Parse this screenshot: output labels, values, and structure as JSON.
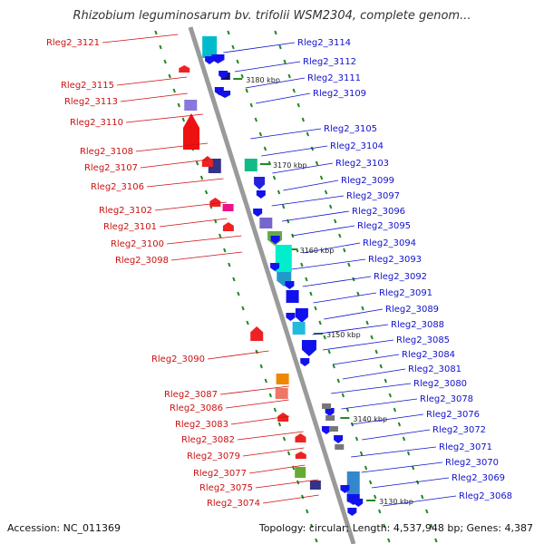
{
  "title": "Rhizobium leguminosarum bv. trifolii WSM2304, complete genom...",
  "footer": {
    "accession": "Accession: NC_011369",
    "topology": "Topology: circular; Length: 4,537,948 bp; Genes: 4,387"
  },
  "colors": {
    "left_strand": "#dd1111",
    "right_strand": "#1111dd",
    "left_label": "#cc1111",
    "right_label": "#1111cc",
    "backbone": "#999999",
    "tick": "#228822"
  },
  "scale_ticks": [
    "3180 kbp",
    "3170 kbp",
    "3160 kbp",
    "3150 kbp",
    "3140 kbp",
    "3130 kbp"
  ],
  "left_genes": [
    "Rleg2_3121",
    "Rleg2_3115",
    "Rleg2_3113",
    "Rleg2_3110",
    "Rleg2_3108",
    "Rleg2_3107",
    "Rleg2_3106",
    "Rleg2_3102",
    "Rleg2_3101",
    "Rleg2_3100",
    "Rleg2_3098",
    "Rleg2_3090",
    "Rleg2_3087",
    "Rleg2_3086",
    "Rleg2_3083",
    "Rleg2_3082",
    "Rleg2_3079",
    "Rleg2_3077",
    "Rleg2_3075",
    "Rleg2_3074"
  ],
  "right_genes": [
    "Rleg2_3114",
    "Rleg2_3112",
    "Rleg2_3111",
    "Rleg2_3109",
    "Rleg2_3105",
    "Rleg2_3104",
    "Rleg2_3103",
    "Rleg2_3099",
    "Rleg2_3097",
    "Rleg2_3096",
    "Rleg2_3095",
    "Rleg2_3094",
    "Rleg2_3093",
    "Rleg2_3092",
    "Rleg2_3091",
    "Rleg2_3089",
    "Rleg2_3088",
    "Rleg2_3085",
    "Rleg2_3084",
    "Rleg2_3081",
    "Rleg2_3080",
    "Rleg2_3078",
    "Rleg2_3076",
    "Rleg2_3072",
    "Rleg2_3071",
    "Rleg2_3070",
    "Rleg2_3069",
    "Rleg2_3068"
  ]
}
